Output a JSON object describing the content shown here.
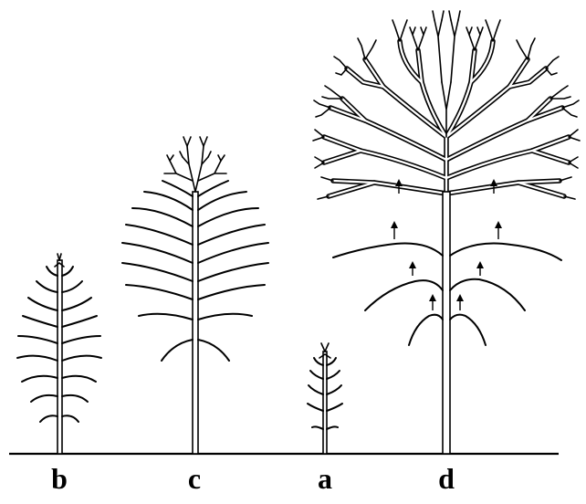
{
  "labels": {
    "b": "b",
    "c": "c",
    "a": "a",
    "d": "d"
  }
}
